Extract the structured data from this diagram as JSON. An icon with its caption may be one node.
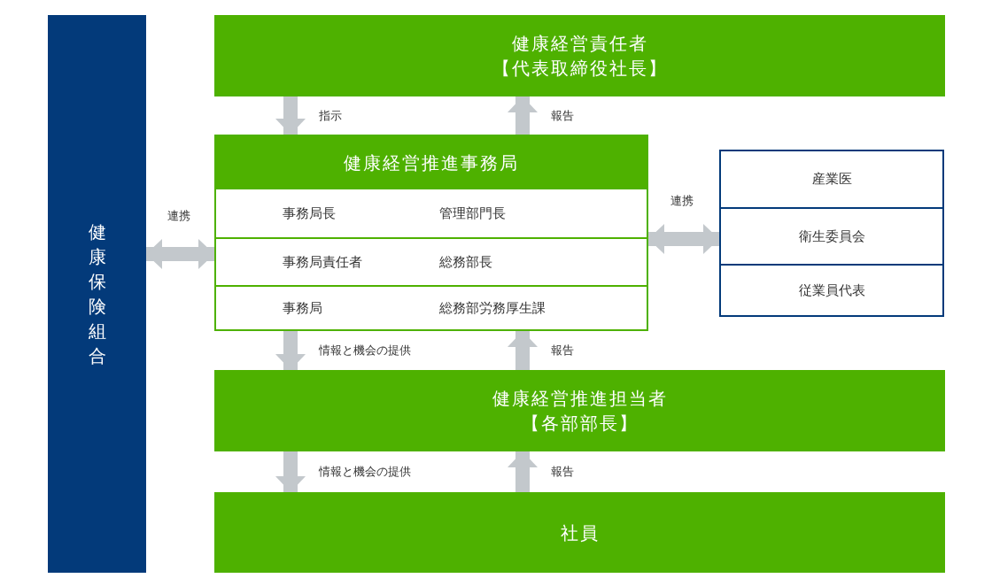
{
  "diagram": {
    "nodes": [
      {
        "text": [
          "健康保険組合"
        ]
      },
      {
        "text": [
          "健康経営責任者",
          "【代表取締役社長】"
        ]
      },
      {
        "text": [
          "健康経営推進事務局"
        ]
      },
      {
        "text": [
          "事務局長",
          "管理部門長"
        ],
        "in": 2
      },
      {
        "text": [
          "事務局責任者",
          "総務部長"
        ],
        "in": 2
      },
      {
        "text": [
          "事務局",
          "総務部労務厚生課"
        ],
        "in": 2
      },
      {
        "text": [],
        "shape": "box"
      },
      {
        "text": [
          "産業医"
        ],
        "in": 6
      },
      {
        "text": [
          "衛生委員会"
        ],
        "in": 6
      },
      {
        "text": [
          "従業員代表"
        ],
        "in": 6
      },
      {
        "text": [
          "健康経営推進担当者",
          "【各部部長】"
        ]
      },
      {
        "text": [
          "社員"
        ]
      }
    ],
    "edges": [
      {
        "from": 1,
        "to": 2,
        "arrow": "to",
        "label": "指示"
      },
      {
        "from": 2,
        "to": 1,
        "arrow": "to",
        "label": "報告"
      },
      {
        "from": 0,
        "to": 2,
        "arrow": "both",
        "label": "連携"
      },
      {
        "from": 2,
        "to": 6,
        "arrow": "both",
        "label": "連携"
      },
      {
        "from": 2,
        "to": 10,
        "arrow": "to",
        "label": "情報と機会の提供"
      },
      {
        "from": 10,
        "to": 2,
        "arrow": "to",
        "label": "報告"
      },
      {
        "from": 10,
        "to": 11,
        "arrow": "to",
        "label": "情報と機会の提供"
      },
      {
        "from": 11,
        "to": 10,
        "arrow": "to",
        "label": "報告"
      }
    ]
  }
}
